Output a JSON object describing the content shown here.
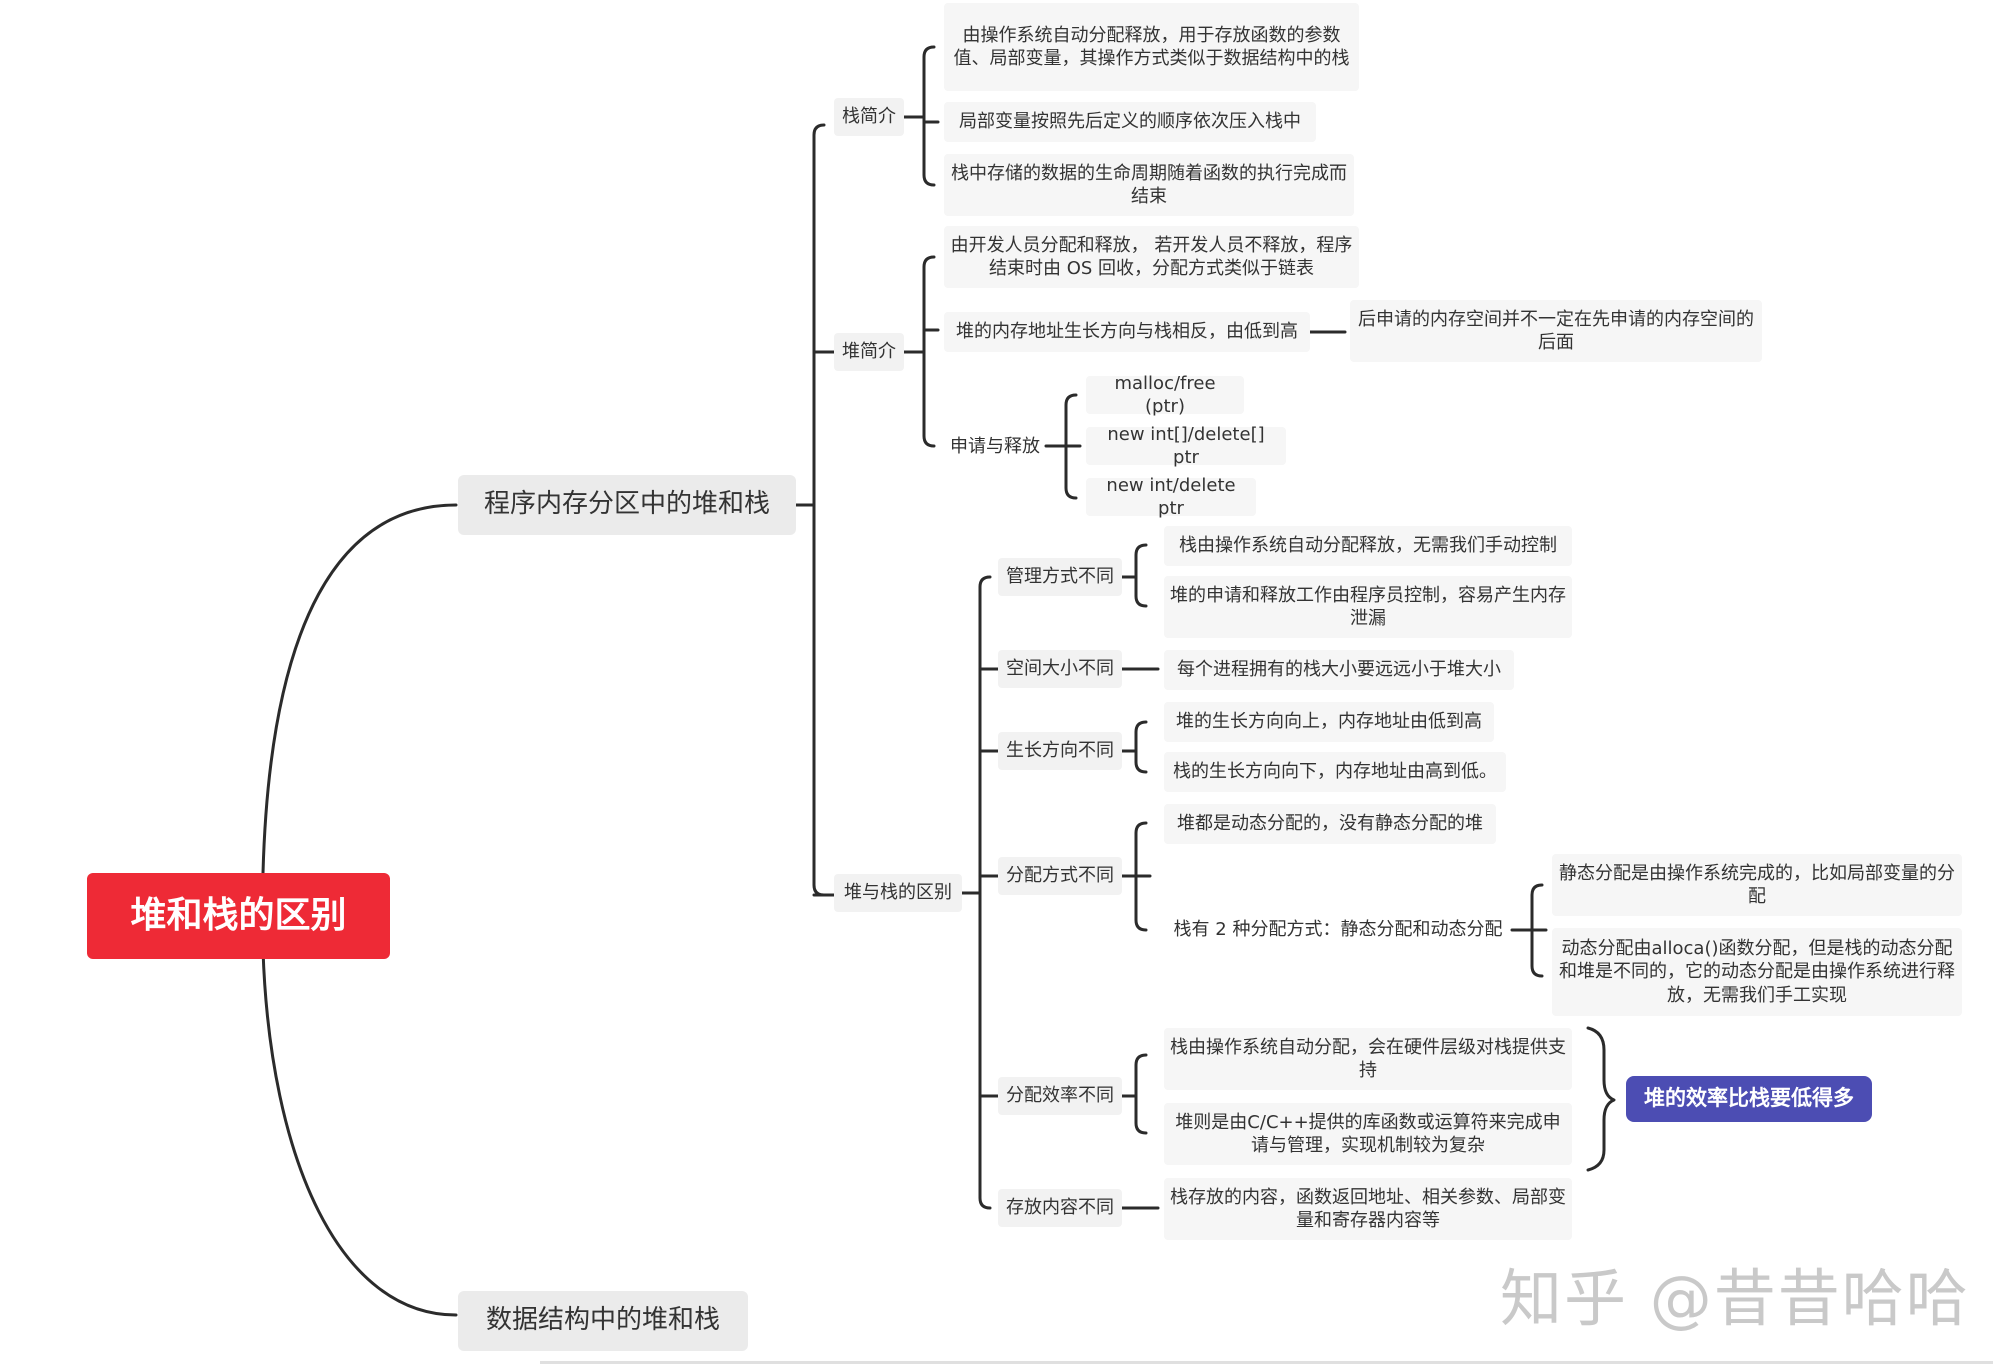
{
  "root": {
    "label": "堆和栈的区别"
  },
  "branches": {
    "memory": {
      "label": "程序内存分区中的堆和栈",
      "stack_intro": {
        "label": "栈简介",
        "items": [
          "由操作系统自动分配释放，用于存放函数的参数值、局部变量，其操作方式类似于数据结构中的栈",
          "局部变量按照先后定义的顺序依次压入栈中",
          "栈中存储的数据的生命周期随着函数的执行完成而结束"
        ]
      },
      "heap_intro": {
        "label": "堆简介",
        "item_dev": "由开发人员分配和释放， 若开发人员不释放，程序结束时由 OS 回收，分配方式类似于链表",
        "item_growth": "堆的内存地址生长方向与栈相反，由低到高",
        "item_growth_child": "后申请的内存空间并不一定在先申请的内存空间的后面",
        "alloc": {
          "label": "申请与释放",
          "items": [
            "malloc/free (ptr)",
            "new int[]/delete[] ptr",
            "new int/delete ptr"
          ]
        }
      },
      "diff": {
        "label": "堆与栈的区别",
        "management": {
          "label": "管理方式不同",
          "items": [
            "栈由操作系统自动分配释放，无需我们手动控制",
            "堆的申请和释放工作由程序员控制，容易产生内存泄漏"
          ]
        },
        "size": {
          "label": "空间大小不同",
          "items": [
            "每个进程拥有的栈大小要远远小于堆大小"
          ]
        },
        "growth": {
          "label": "生长方向不同",
          "items": [
            "堆的生长方向向上，内存地址由低到高",
            "栈的生长方向向下，内存地址由高到低。"
          ]
        },
        "allocation": {
          "label": "分配方式不同",
          "item_dynamic": "堆都是动态分配的，没有静态分配的堆",
          "item_two": "栈有 2 种分配方式：静态分配和动态分配",
          "two_children": [
            "静态分配是由操作系统完成的，比如局部变量的分配",
            "动态分配由alloca()函数分配，但是栈的动态分配和堆是不同的，它的动态分配是由操作系统进行释放，无需我们手工实现"
          ]
        },
        "efficiency": {
          "label": "分配效率不同",
          "items": [
            "栈由操作系统自动分配，会在硬件层级对栈提供支持",
            "堆则是由C/C++提供的库函数或运算符来完成申请与管理，实现机制较为复杂"
          ],
          "summary": "堆的效率比栈要低得多"
        },
        "content": {
          "label": "存放内容不同",
          "items": [
            "栈存放的内容，函数返回地址、相关参数、局部变量和寄存器内容等"
          ]
        }
      }
    },
    "data_structure": {
      "label": "数据结构中的堆和栈"
    }
  },
  "watermark": "知乎 @昔昔哈哈",
  "colors": {
    "root": "#ee2a36",
    "summary": "#4c4db3",
    "line": "#2b2b2b"
  }
}
